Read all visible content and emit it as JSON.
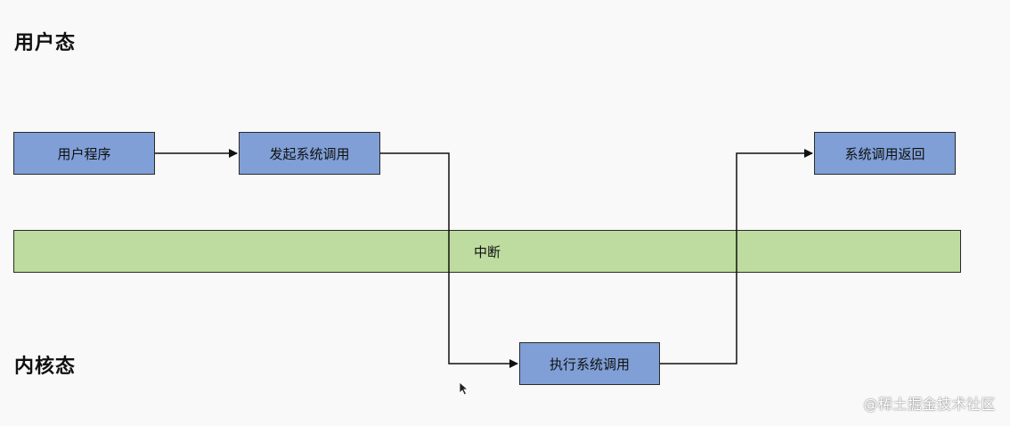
{
  "sections": {
    "user_mode": "用户态",
    "kernel_mode": "内核态"
  },
  "nodes": {
    "user_program": "用户程序",
    "syscall_start": "发起系统调用",
    "syscall_return": "系统调用返回",
    "execute_syscall": "执行系统调用"
  },
  "interrupt_band": "中断",
  "watermark": "@稀土掘金技术社区",
  "colors": {
    "node_fill": "#7f9fd6",
    "band_fill": "#bedc9f",
    "border": "#2a2a2a",
    "background": "#f9f9f9"
  }
}
